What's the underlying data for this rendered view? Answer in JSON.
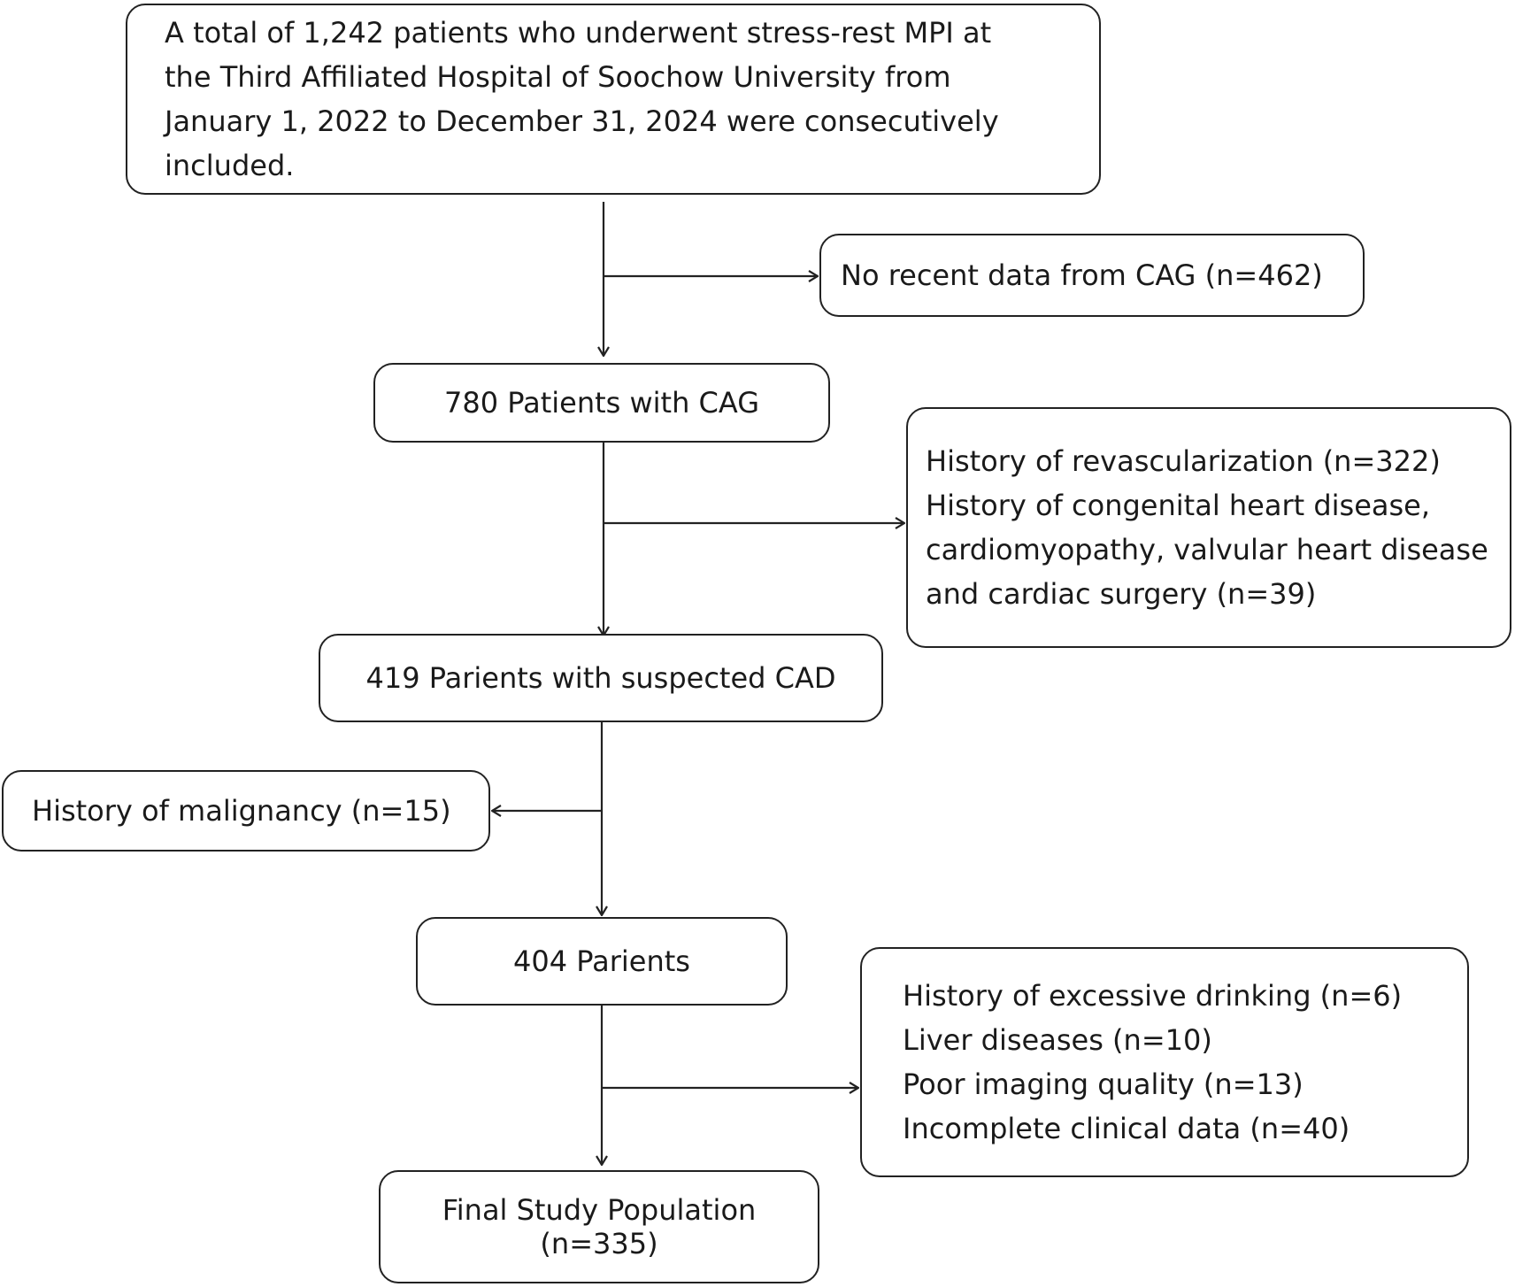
{
  "boxes": {
    "enrollment": {
      "lines": [
        "A total of 1,242 patients who underwent stress-rest MPI at",
        "the Third Affiliated Hospital of Soochow University from",
        "January 1, 2022 to December 31, 2024 were consecutively",
        "included."
      ]
    },
    "excluded_no_cag": {
      "lines": [
        "No recent data from CAG (n=462)"
      ]
    },
    "patients_cag": {
      "lines": [
        "780 Patients with CAG"
      ]
    },
    "excluded_history": {
      "lines": [
        "History of revascularization (n=322)",
        "History of  congenital heart disease,",
        "cardiomyopathy, valvular heart disease",
        "and cardiac surgery (n=39)"
      ]
    },
    "suspected_cad": {
      "lines": [
        "419 Parients with suspected CAD"
      ]
    },
    "excluded_malignancy": {
      "lines": [
        "History of malignancy (n=15)"
      ]
    },
    "patients_404": {
      "lines": [
        "404 Parients"
      ]
    },
    "excluded_other": {
      "lines": [
        "History of excessive drinking (n=6)",
        "Liver diseases (n=10)",
        "Poor imaging quality (n=13)",
        "Incomplete clinical data (n=40)"
      ]
    },
    "final_population": {
      "lines": [
        "Final Study Population",
        "(n=335)"
      ]
    }
  }
}
